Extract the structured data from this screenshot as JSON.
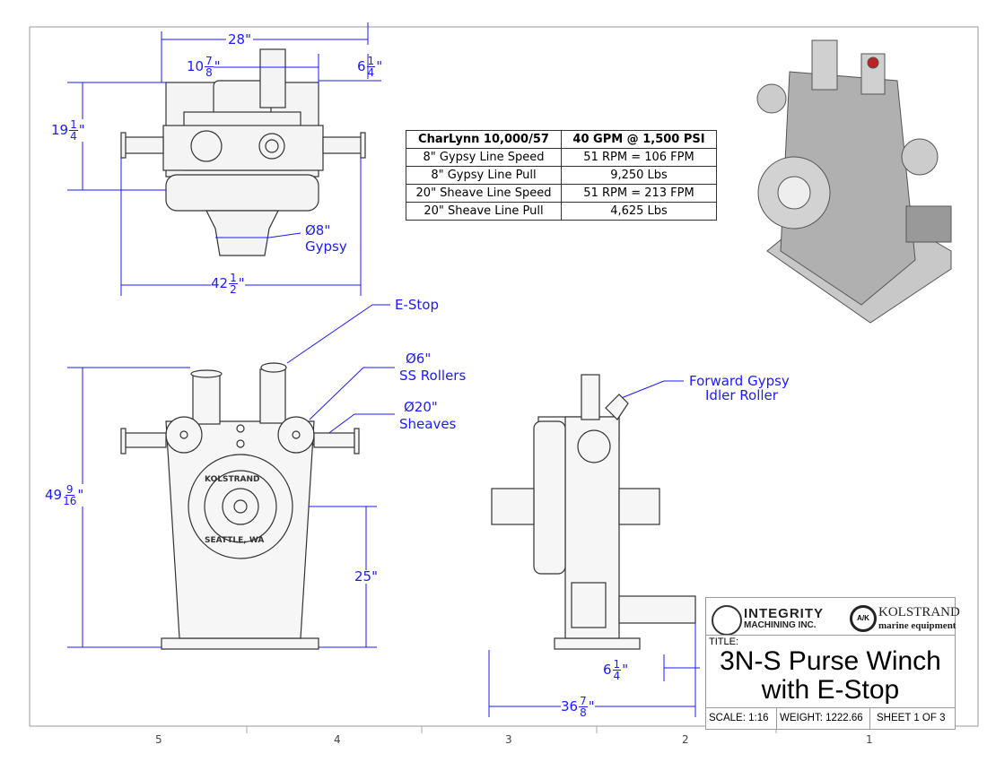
{
  "spec_table": {
    "rows": [
      [
        "CharLynn 10,000/57",
        "40 GPM @ 1,500 PSI"
      ],
      [
        "8\" Gypsy Line Speed",
        "51 RPM = 106 FPM"
      ],
      [
        "8\" Gypsy Line Pull",
        "9,250 Lbs"
      ],
      [
        "20\" Sheave Line Speed",
        "51 RPM = 213 FPM"
      ],
      [
        "20\" Sheave Line Pull",
        "4,625 Lbs"
      ]
    ]
  },
  "dims": {
    "overall_width_top": "28\"",
    "offset_a": {
      "whole": "10",
      "num": "7",
      "den": "8",
      "unit": "\""
    },
    "offset_b": {
      "whole": "6",
      "num": "1",
      "den": "4",
      "unit": "\""
    },
    "depth_top": {
      "whole": "19",
      "num": "1",
      "den": "4",
      "unit": "\""
    },
    "gypsy_dia": "Ø8\"",
    "gypsy_label": "Gypsy",
    "width_top": {
      "whole": "42",
      "num": "1",
      "den": "2",
      "unit": "\""
    },
    "height_front": {
      "whole": "49",
      "num": "9",
      "den": "16",
      "unit": "\""
    },
    "center_height": "25\"",
    "side_offset": {
      "whole": "6",
      "num": "1",
      "den": "4",
      "unit": "\""
    },
    "side_width": {
      "whole": "36",
      "num": "7",
      "den": "8",
      "unit": "\""
    }
  },
  "callouts": {
    "estop": "E-Stop",
    "rollers_dia": "Ø6\"",
    "rollers": "SS Rollers",
    "sheaves_dia": "Ø20\"",
    "sheaves": "Sheaves",
    "idler_1": "Forward Gypsy",
    "idler_2": "Idler Roller"
  },
  "casting": {
    "top": "KOLSTRAND",
    "bottom": "SEATTLE, WA"
  },
  "title_block": {
    "logo1_a": "INTEGRITY",
    "logo1_b": "MACHINING INC.",
    "logo2_mark": "A/K",
    "logo2_a": "KOLSTRAND",
    "logo2_b": "marine equipment",
    "title_label": "TITLE:",
    "title_1": "3N-S Purse Winch",
    "title_2": "with E-Stop",
    "scale": "SCALE: 1:16",
    "weight": "WEIGHT: 1222.66",
    "sheet": "SHEET 1 OF 3"
  },
  "zones": [
    "5",
    "4",
    "3",
    "2",
    "1"
  ],
  "colors": {
    "dimension": "#1a1aff",
    "line": "#333333",
    "metal": "#b9b9b9"
  }
}
